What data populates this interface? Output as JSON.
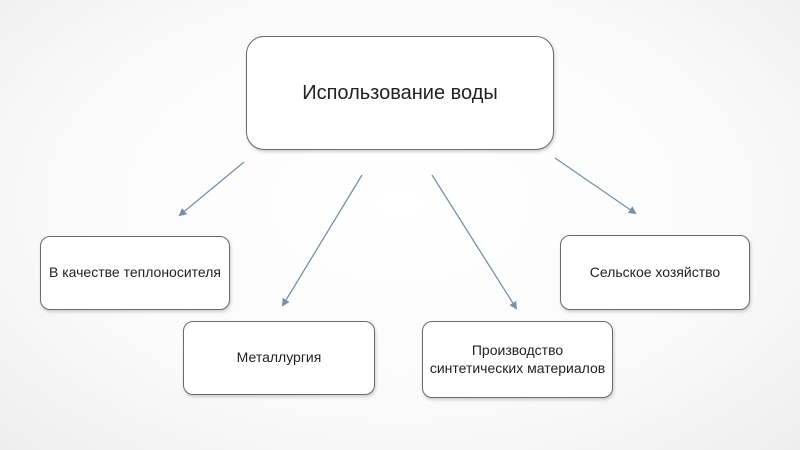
{
  "diagram": {
    "root": {
      "label": "Использование воды"
    },
    "children": [
      {
        "label": "В качестве теплоносителя"
      },
      {
        "label": "Металлургия"
      },
      {
        "label": "Производство синтетических материалов"
      },
      {
        "label": "Сельское хозяйство"
      }
    ]
  },
  "colors": {
    "box_border": "#6a6a6a",
    "arrow": "#7a8fa6",
    "text": "#1f1f1f"
  }
}
